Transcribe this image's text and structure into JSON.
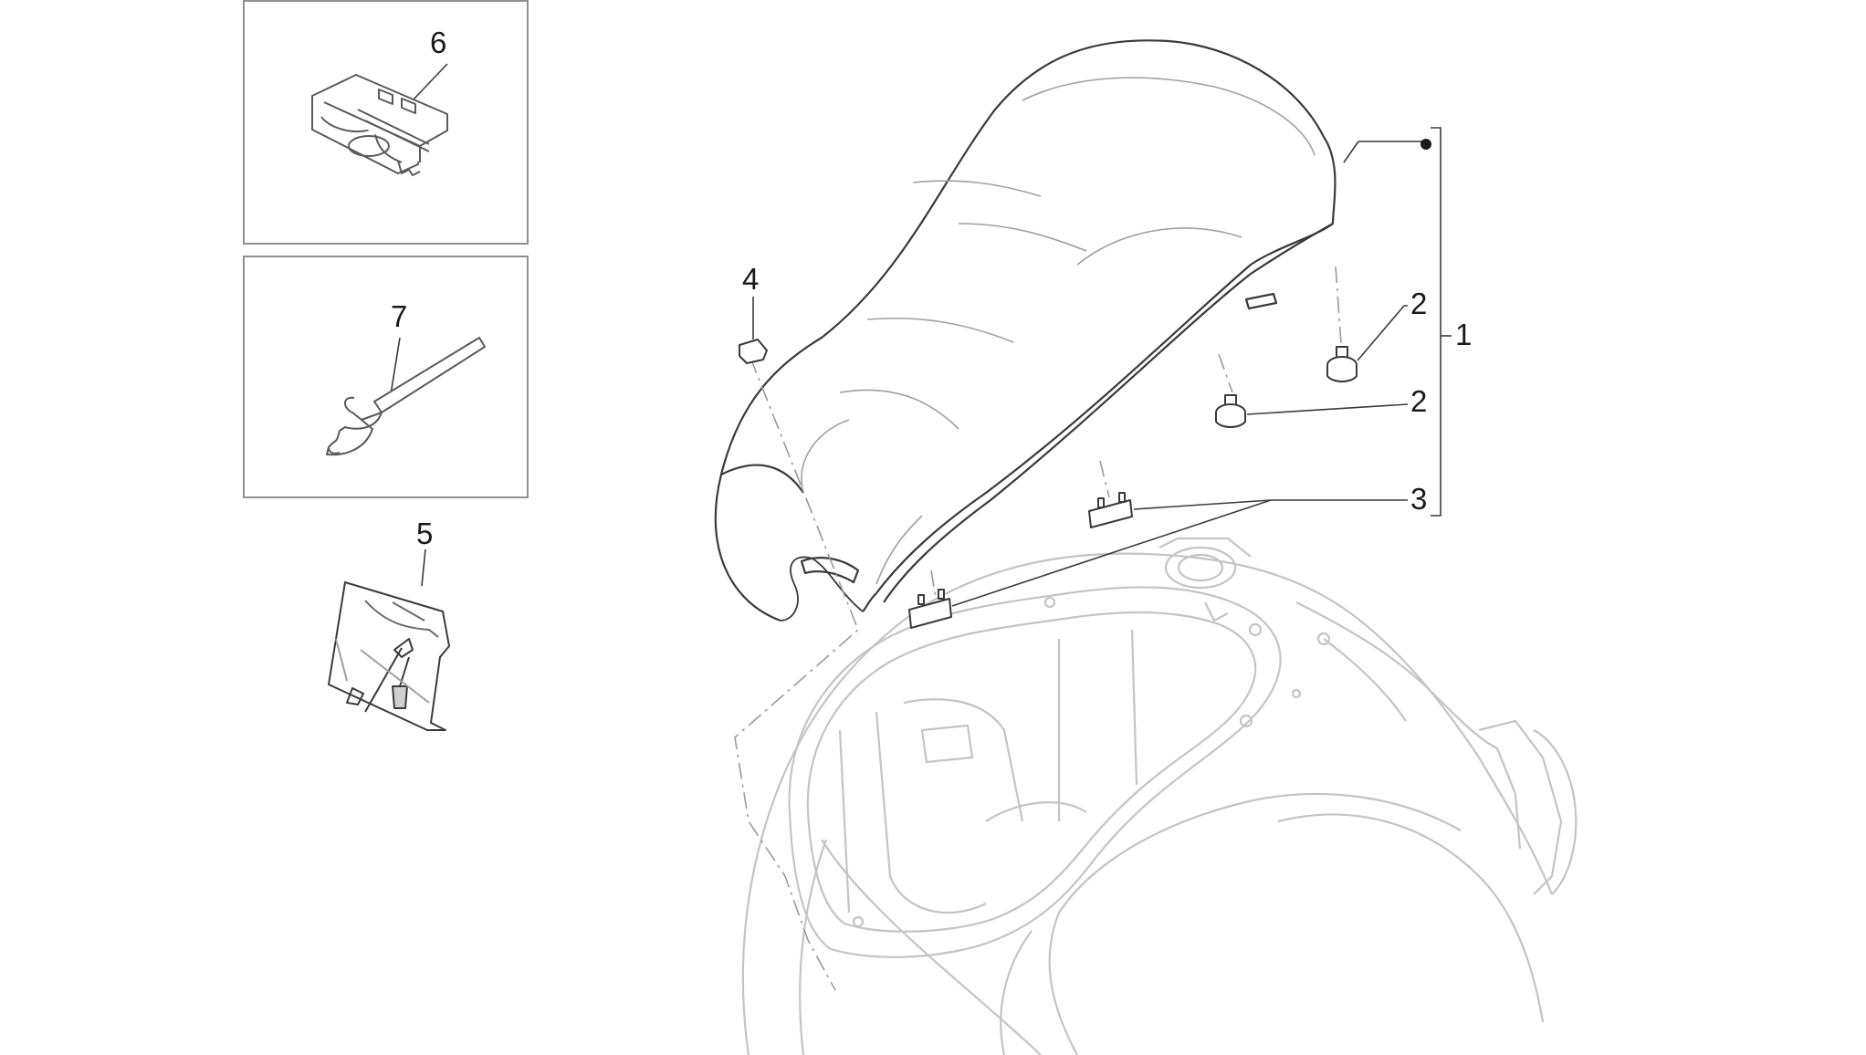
{
  "diagram": {
    "callouts": {
      "seat": "1",
      "rubber_buffer_upper": "2",
      "rubber_buffer_lower": "2",
      "seat_pad": "3",
      "cap": "4",
      "tool_kit": "5",
      "clip": "6",
      "wrench": "7"
    },
    "colors": {
      "line_dark": "#3a3a3a",
      "line_light": "#c4c4c4",
      "box_border": "#8f8f8f",
      "label": "#1a1a1a"
    }
  }
}
